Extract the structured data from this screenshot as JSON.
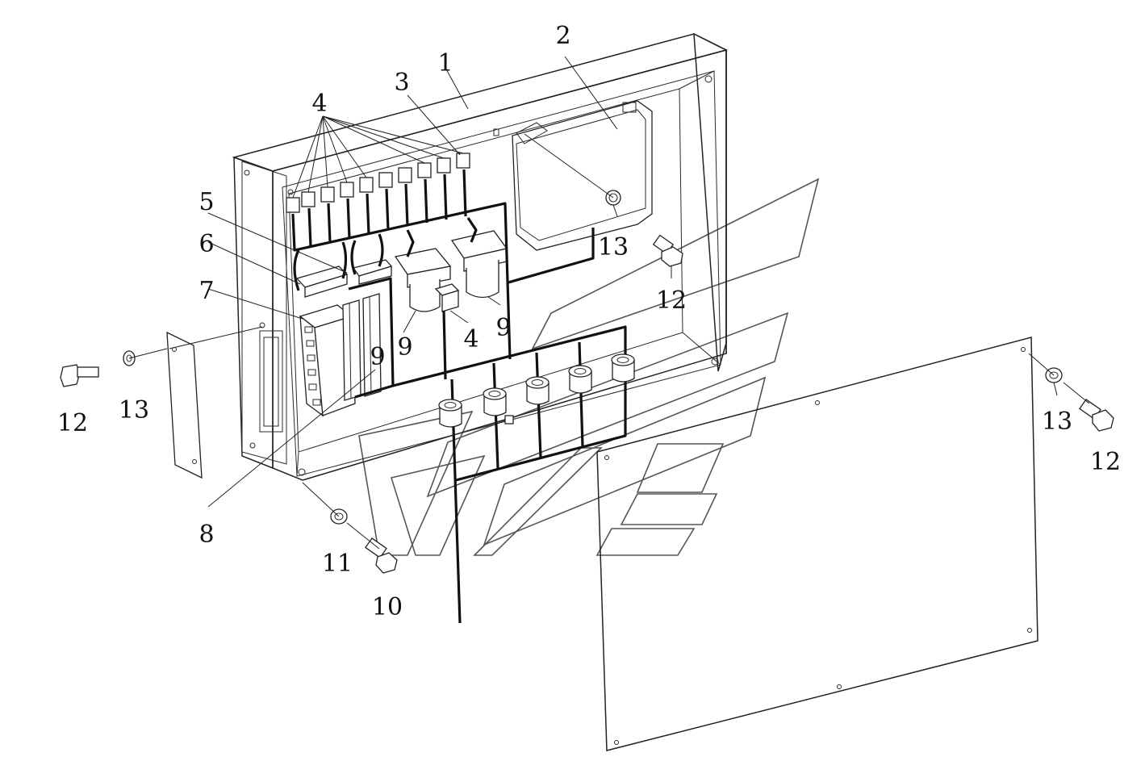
{
  "callouts": {
    "c1": "1",
    "c2": "2",
    "c3": "3",
    "c4_top": "4",
    "c4_mid": "4",
    "c5": "5",
    "c6": "6",
    "c7": "7",
    "c8": "8",
    "c9_left": "9",
    "c9_mid": "9",
    "c9_right": "9",
    "c10": "10",
    "c11": "11",
    "c12_left": "12",
    "c12_center": "12",
    "c12_right": "12",
    "c13_left": "13",
    "c13_center": "13",
    "c13_right": "13"
  }
}
